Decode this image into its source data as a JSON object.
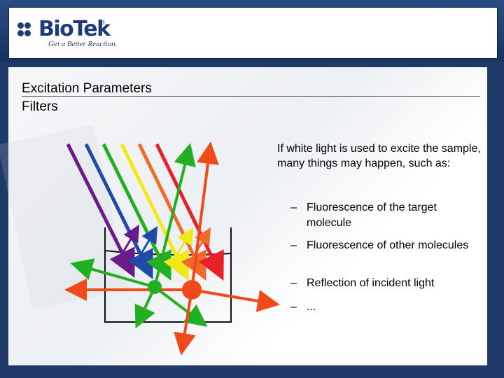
{
  "header": {
    "logo_text": "BioTek",
    "logo_registered": "®",
    "tagline": "Get a Better Reaction."
  },
  "slide": {
    "title": "Excitation Parameters",
    "subtitle": "Filters",
    "intro": "If white light is used to excite the sample, many things may happen, such as:",
    "bullets": [
      {
        "dash": "–",
        "text": "Fluorescence of the target molecule"
      },
      {
        "dash": "–",
        "text": "Fluorescence of other molecules"
      },
      {
        "dash": "–",
        "text": "Reflection of incident light"
      },
      {
        "dash": "–",
        "text": "..."
      }
    ]
  },
  "colors": {
    "frame": "#1f3a68",
    "logo": "#1f3a7a",
    "violet": "#6a1b8a",
    "blue": "#1f4aa8",
    "green": "#22b022",
    "yellow": "#f2f21a",
    "orange": "#f06a2a",
    "red": "#e8202a",
    "orange_red": "#f04a1a"
  }
}
